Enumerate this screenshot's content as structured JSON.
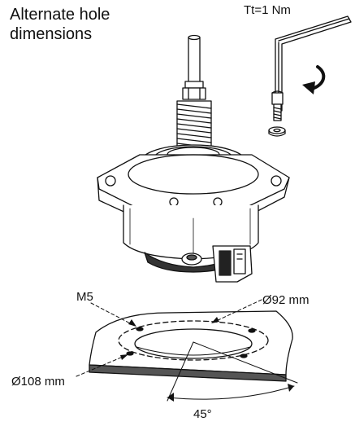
{
  "title": "Alternate hole dimensions",
  "torque": "Tt=1 Nm",
  "labels": {
    "thread": "M5",
    "inner_diameter": "Ø92 mm",
    "outer_diameter": "Ø108 mm",
    "angle": "45°"
  }
}
